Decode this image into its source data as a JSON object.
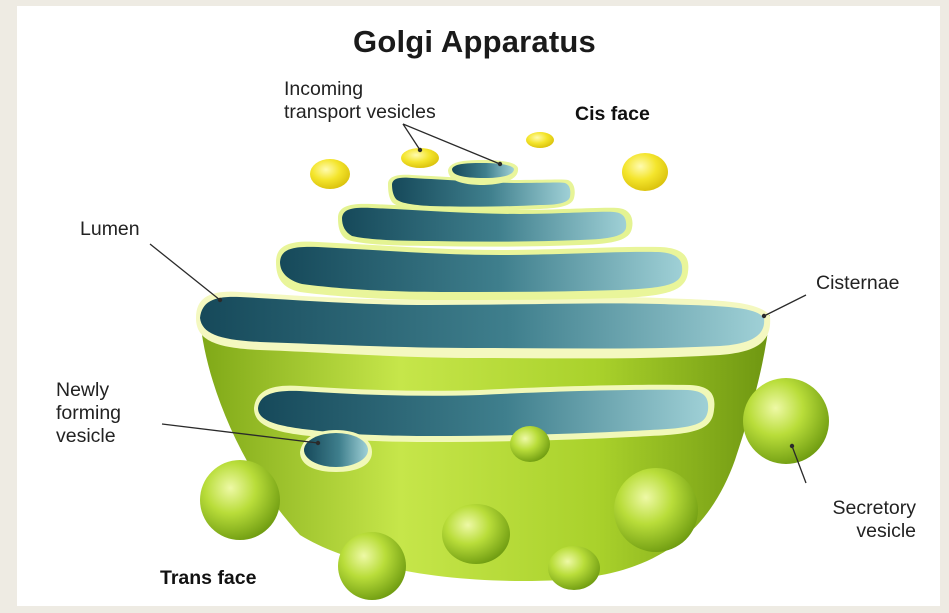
{
  "title": "Golgi Apparatus",
  "labels": {
    "incoming": "Incoming\ntransport vesicles",
    "cis_face": "Cis face",
    "lumen": "Lumen",
    "cisternae": "Cisternae",
    "newly_forming": "Newly\nforming\nvesicle",
    "secretory": "Secretory\nvesicle",
    "trans_face": "Trans face"
  },
  "colors": {
    "green_light": "#d7f06a",
    "green_mid": "#a8d22a",
    "green_dark": "#6f9a12",
    "lumen_dark": "#1f5865",
    "lumen_light": "#8ec5cf",
    "vesicle_yellow": "#f2e229"
  }
}
